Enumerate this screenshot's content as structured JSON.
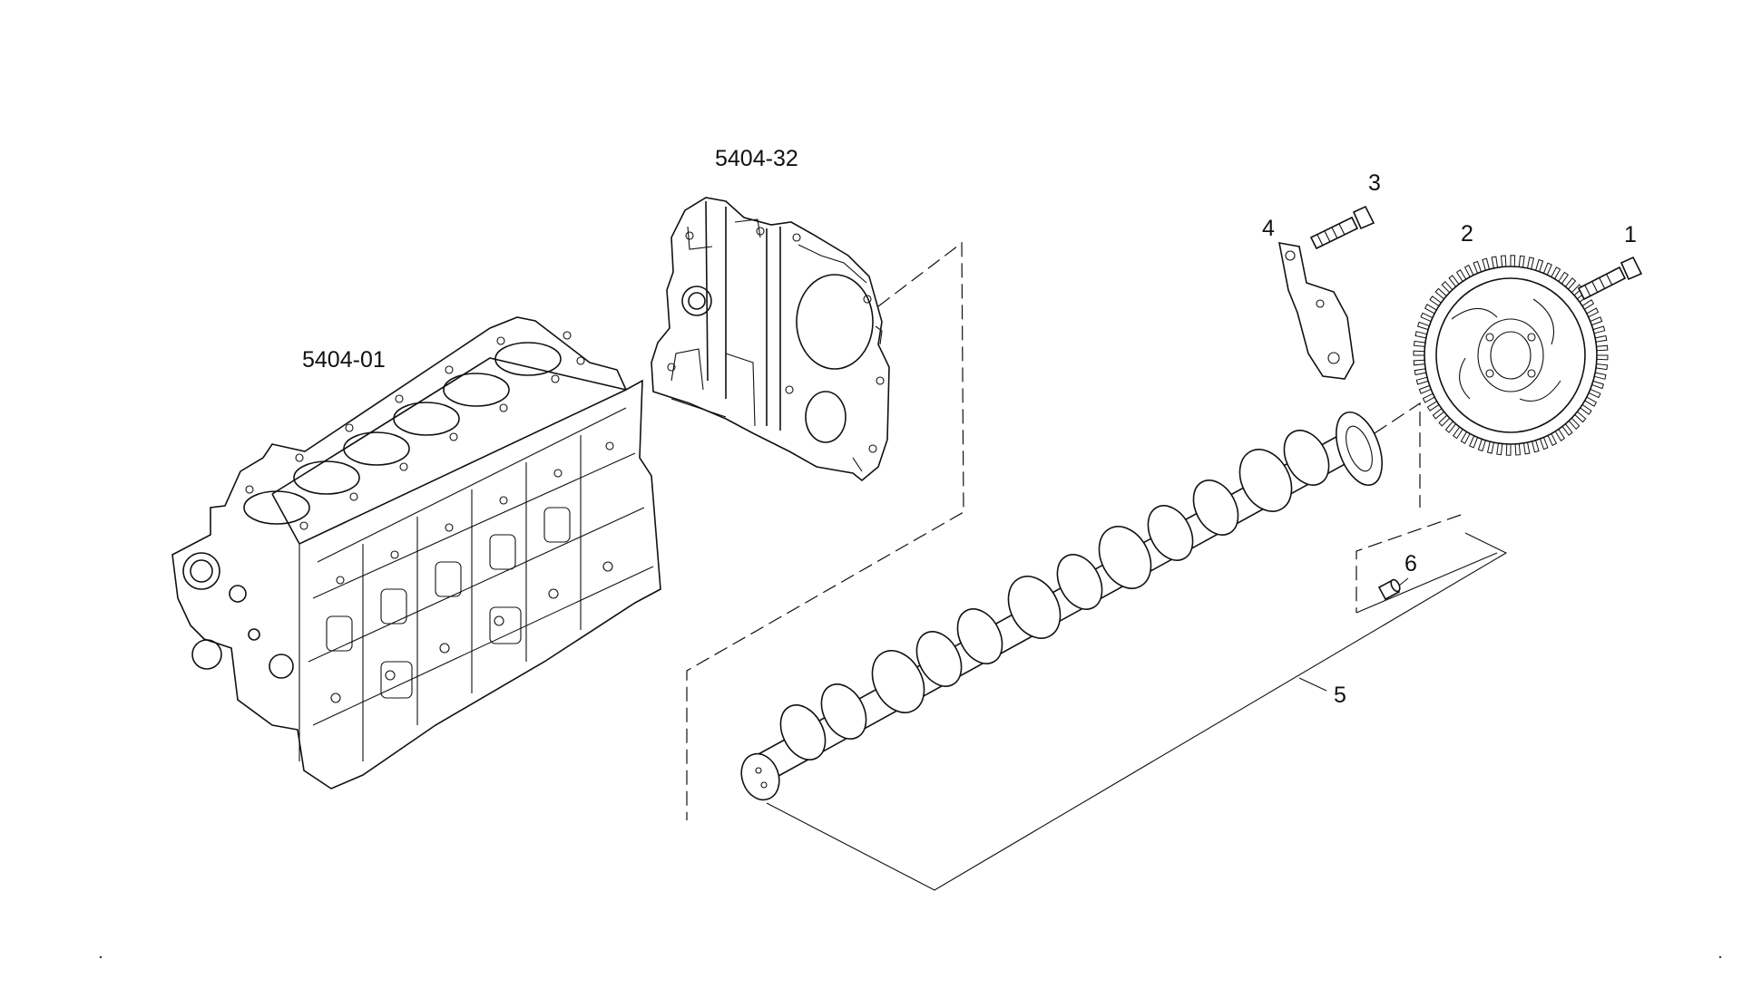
{
  "labels": {
    "engine_block": "5404-01",
    "timing_cover": "5404-32",
    "part_1": "1",
    "part_2": "2",
    "part_3": "3",
    "part_4": "4",
    "part_5": "5",
    "part_6": "6"
  }
}
